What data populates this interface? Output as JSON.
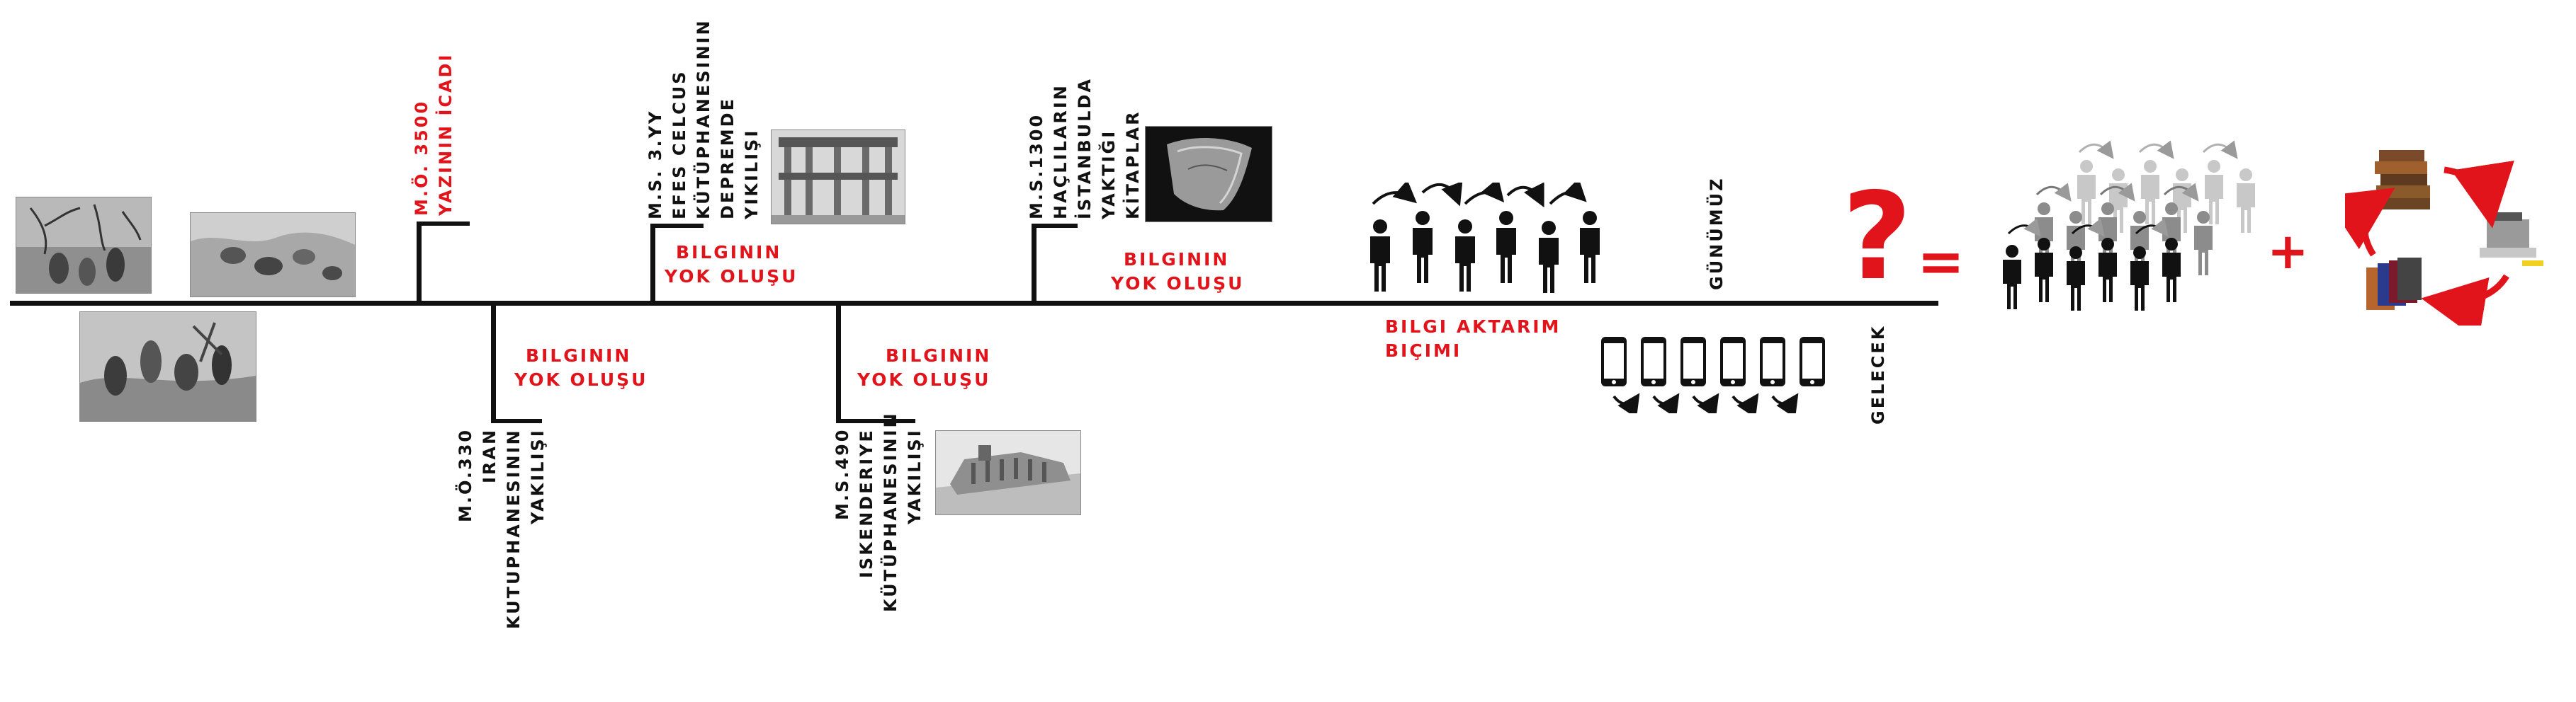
{
  "events": {
    "yazi": [
      "M.Ö. 3500",
      "YAZININ İCADI"
    ],
    "iran": [
      "M.Ö.330",
      "IRAN",
      "KUTUPHANESININ",
      "YAKILIŞI"
    ],
    "efes": [
      "M.S. 3.YY",
      "EFES CELCUS",
      "KÜTÜPHANESININ",
      "DEPREMDE",
      "YIKILIŞI"
    ],
    "iskenderiye": [
      "M.S.490",
      "ISKENDERIYE",
      "KÜTÜPHANESININ",
      "YAKILIŞI"
    ],
    "hacli": [
      "M.S.1300",
      "HAÇLILARIN",
      "İSTANBULDA",
      "YAKTIĞI",
      "KİTAPLAR"
    ],
    "gunumuz": "GÜNÜMÜZ",
    "gelecek": "GELECEK"
  },
  "loss_labels": [
    [
      "BILGININ",
      "YOK OLUŞU"
    ],
    [
      "BILGININ",
      "YOK OLUŞU"
    ],
    [
      "BILGININ",
      "YOK OLUŞU"
    ],
    [
      "BILGININ",
      "YOK OLUŞU"
    ]
  ],
  "transfer_label": [
    "BILGI AKTARIM",
    "BIÇIMI"
  ],
  "symbols": {
    "question": "?",
    "equals": "=",
    "plus": "+"
  },
  "colors": {
    "accent": "#e1141b",
    "ink": "#111111",
    "gray_people": "#8c8c8c",
    "light_people": "#c8c8c8"
  },
  "icons": [
    "person-icon",
    "smartphone-icon",
    "arrow-icon",
    "book-stack-icon",
    "recycle-arrow-icon"
  ]
}
